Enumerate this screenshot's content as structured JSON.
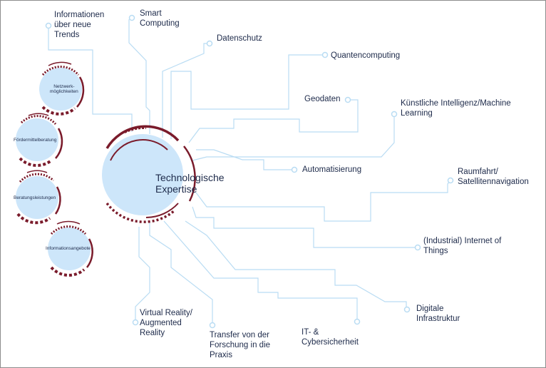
{
  "center": {
    "label": "Technologische\nExpertise"
  },
  "topics": [
    {
      "id": "trends",
      "label": "Informationen\nüber neue\nTrends"
    },
    {
      "id": "smart",
      "label": "Smart\nComputing"
    },
    {
      "id": "datenschutz",
      "label": "Datenschutz"
    },
    {
      "id": "quanten",
      "label": "Quantencomputing"
    },
    {
      "id": "geodaten",
      "label": "Geodaten"
    },
    {
      "id": "ki",
      "label": "Künstliche Intelligenz/Machine\nLearning"
    },
    {
      "id": "automatisierung",
      "label": "Automatisierung"
    },
    {
      "id": "raumfahrt",
      "label": "Raumfahrt/\nSatellitennavigation"
    },
    {
      "id": "iot",
      "label": "(Industrial) Internet of\nThings"
    },
    {
      "id": "digitale",
      "label": "Digitale\nInfrastruktur"
    },
    {
      "id": "it",
      "label": "IT- &\nCybersicherheit"
    },
    {
      "id": "transfer",
      "label": "Transfer von der\nForschung in die\nPraxis"
    },
    {
      "id": "vr",
      "label": "Virtual Reality/\nAugmented\nReality"
    }
  ],
  "side_services": [
    {
      "id": "netzwerk",
      "label": "Netzwerk-\nmöglichkeiten"
    },
    {
      "id": "foerder",
      "label": "Fördermittelberatung"
    },
    {
      "id": "beratung",
      "label": "Beratungsleistungen"
    },
    {
      "id": "info",
      "label": "Informationsangebote"
    }
  ],
  "colors": {
    "line": "#b9dcf3",
    "fill": "#cde6fa",
    "accent": "#7a1b2b",
    "text": "#1d2a4a"
  }
}
